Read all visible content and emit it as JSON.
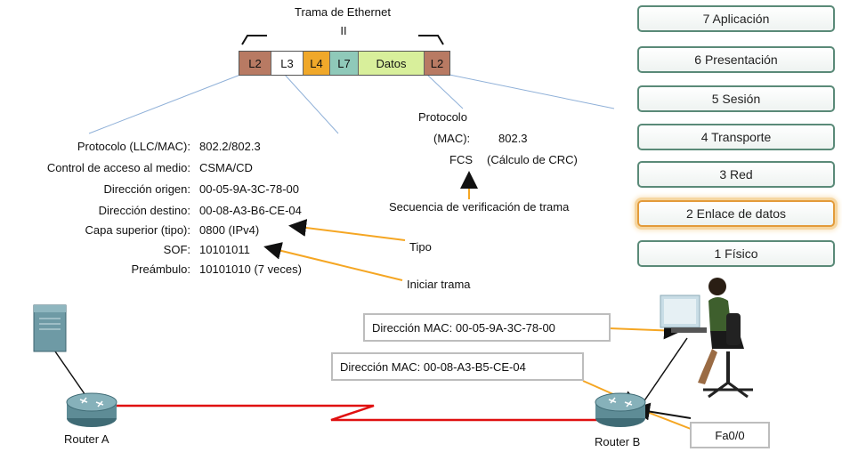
{
  "frame": {
    "title": "Trama de Ethernet",
    "type": "II",
    "segments": [
      {
        "label": "L2",
        "color": "#b87a63"
      },
      {
        "label": "L3",
        "color": "#ffffff"
      },
      {
        "label": "L4",
        "color": "#f0a82a"
      },
      {
        "label": "L7",
        "color": "#8fc9b9"
      },
      {
        "label": "Datos",
        "color": "#d8ef9b"
      },
      {
        "label": "L2",
        "color": "#b87a63"
      }
    ]
  },
  "header_fields": [
    {
      "label": "Protocolo (LLC/MAC):",
      "value": "802.2/802.3"
    },
    {
      "label": "Control de acceso al medio:",
      "value": "CSMA/CD"
    },
    {
      "label": "Dirección origen:",
      "value": "00-05-9A-3C-78-00"
    },
    {
      "label": "Dirección destino:",
      "value": "00-08-A3-B6-CE-04"
    },
    {
      "label": "Capa superior (tipo):",
      "value": "0800 (IPv4)"
    },
    {
      "label": "SOF:",
      "value": "10101011"
    },
    {
      "label": "Preámbulo:",
      "value": "10101010 (7 veces)"
    }
  ],
  "trailer": {
    "protocol_line1": "Protocolo",
    "protocol_line2": "(MAC):",
    "protocol_value": "802.3",
    "fcs_label": "FCS",
    "fcs_value": "(Cálculo de CRC)",
    "caption": "Secuencia de verificación de trama"
  },
  "annotations": {
    "tipo": "Tipo",
    "iniciar_trama": "Iniciar trama"
  },
  "osi_layers": [
    "7 Aplicación",
    "6 Presentación",
    "5 Sesión",
    "4 Transporte",
    "3 Red",
    "2 Enlace de datos",
    "1 Físico"
  ],
  "active_layer_index": 5,
  "mac_callouts": {
    "pc": "Dirección MAC: 00-05-9A-3C-78-00",
    "router_b": "Dirección MAC: 00-08-A3-B5-CE-04"
  },
  "interface_label": "Fa0/0",
  "devices": {
    "router_a": "Router A",
    "router_b": "Router B"
  },
  "colors": {
    "arrow": "#f5a623",
    "link": "#e01010",
    "router": "#5e8c96",
    "active_layer": "#e39b3a"
  }
}
